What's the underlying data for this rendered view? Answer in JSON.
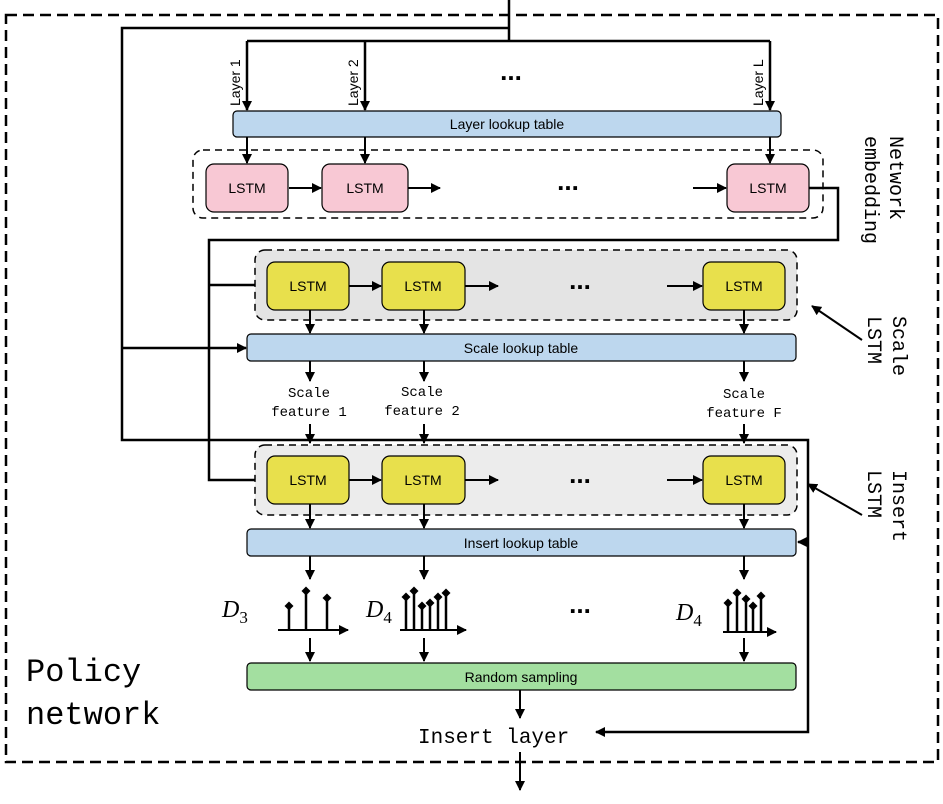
{
  "layer_inputs": [
    "Layer 1",
    "Layer 2",
    "Layer L"
  ],
  "ellipsis": "...",
  "tables": {
    "layer": "Layer lookup table",
    "scale": "Scale lookup table",
    "insert": "Insert lookup table"
  },
  "lstm_label": "LSTM",
  "scale_features": [
    [
      "Scale",
      "feature 1"
    ],
    [
      "Scale",
      "feature 2"
    ],
    [
      "Scale",
      "feature F"
    ]
  ],
  "distributions": [
    {
      "symbol": "D",
      "sub": "3"
    },
    {
      "symbol": "D",
      "sub": "4"
    },
    {
      "symbol": "D",
      "sub": "4"
    }
  ],
  "sampling": "Random sampling",
  "output": "Insert layer",
  "side_labels": {
    "network_embedding": [
      "Network",
      "embedding"
    ],
    "scale_lstm": [
      "Scale",
      "LSTM"
    ],
    "insert_lstm": [
      "Insert",
      "LSTM"
    ]
  },
  "policy": [
    "Policy",
    "network"
  ],
  "colors": {
    "table_fill": "#bdd7ee",
    "lstm_pink": "#f8c8d4",
    "lstm_yellow": "#e8e04c",
    "region_gray": "#e4e4e4",
    "sampling_fill": "#a3dfa0",
    "stroke": "#000000"
  }
}
